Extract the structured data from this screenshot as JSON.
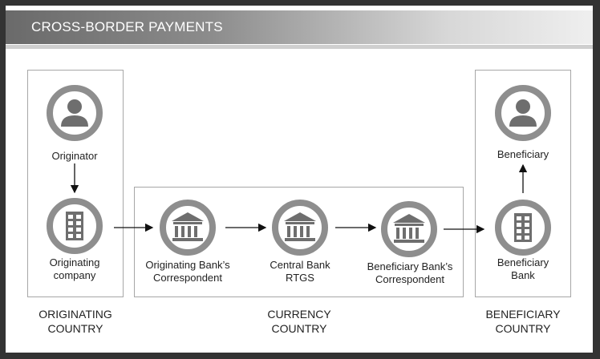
{
  "header": {
    "title": "CROSS-BORDER PAYMENTS"
  },
  "nodes": {
    "originator": {
      "label": "Originator",
      "icon": "person-icon"
    },
    "originating_company": {
      "label": "Originating\ncompany",
      "icon": "building-icon"
    },
    "originating_correspondent": {
      "label": "Originating Bank’s\nCorrespondent",
      "icon": "bank-icon"
    },
    "central_bank": {
      "label": "Central Bank\nRTGS",
      "icon": "bank-icon"
    },
    "beneficiary_correspondent": {
      "label": "Beneficiary Bank’s\nCorrespondent",
      "icon": "bank-icon"
    },
    "beneficiary_bank": {
      "label": "Beneficiary\nBank",
      "icon": "building-icon"
    },
    "beneficiary": {
      "label": "Beneficiary",
      "icon": "person-icon"
    }
  },
  "regions": {
    "originating": {
      "label": "ORIGINATING\nCOUNTRY"
    },
    "currency": {
      "label": "CURRENCY\nCOUNTRY"
    },
    "beneficiary": {
      "label": "BENEFICIARY\nCOUNTRY"
    }
  },
  "colors": {
    "ring": "#8e8e8e",
    "icon_fill": "#6e6e6e",
    "arrow": "#111111",
    "box_border": "#a7a7a7"
  }
}
